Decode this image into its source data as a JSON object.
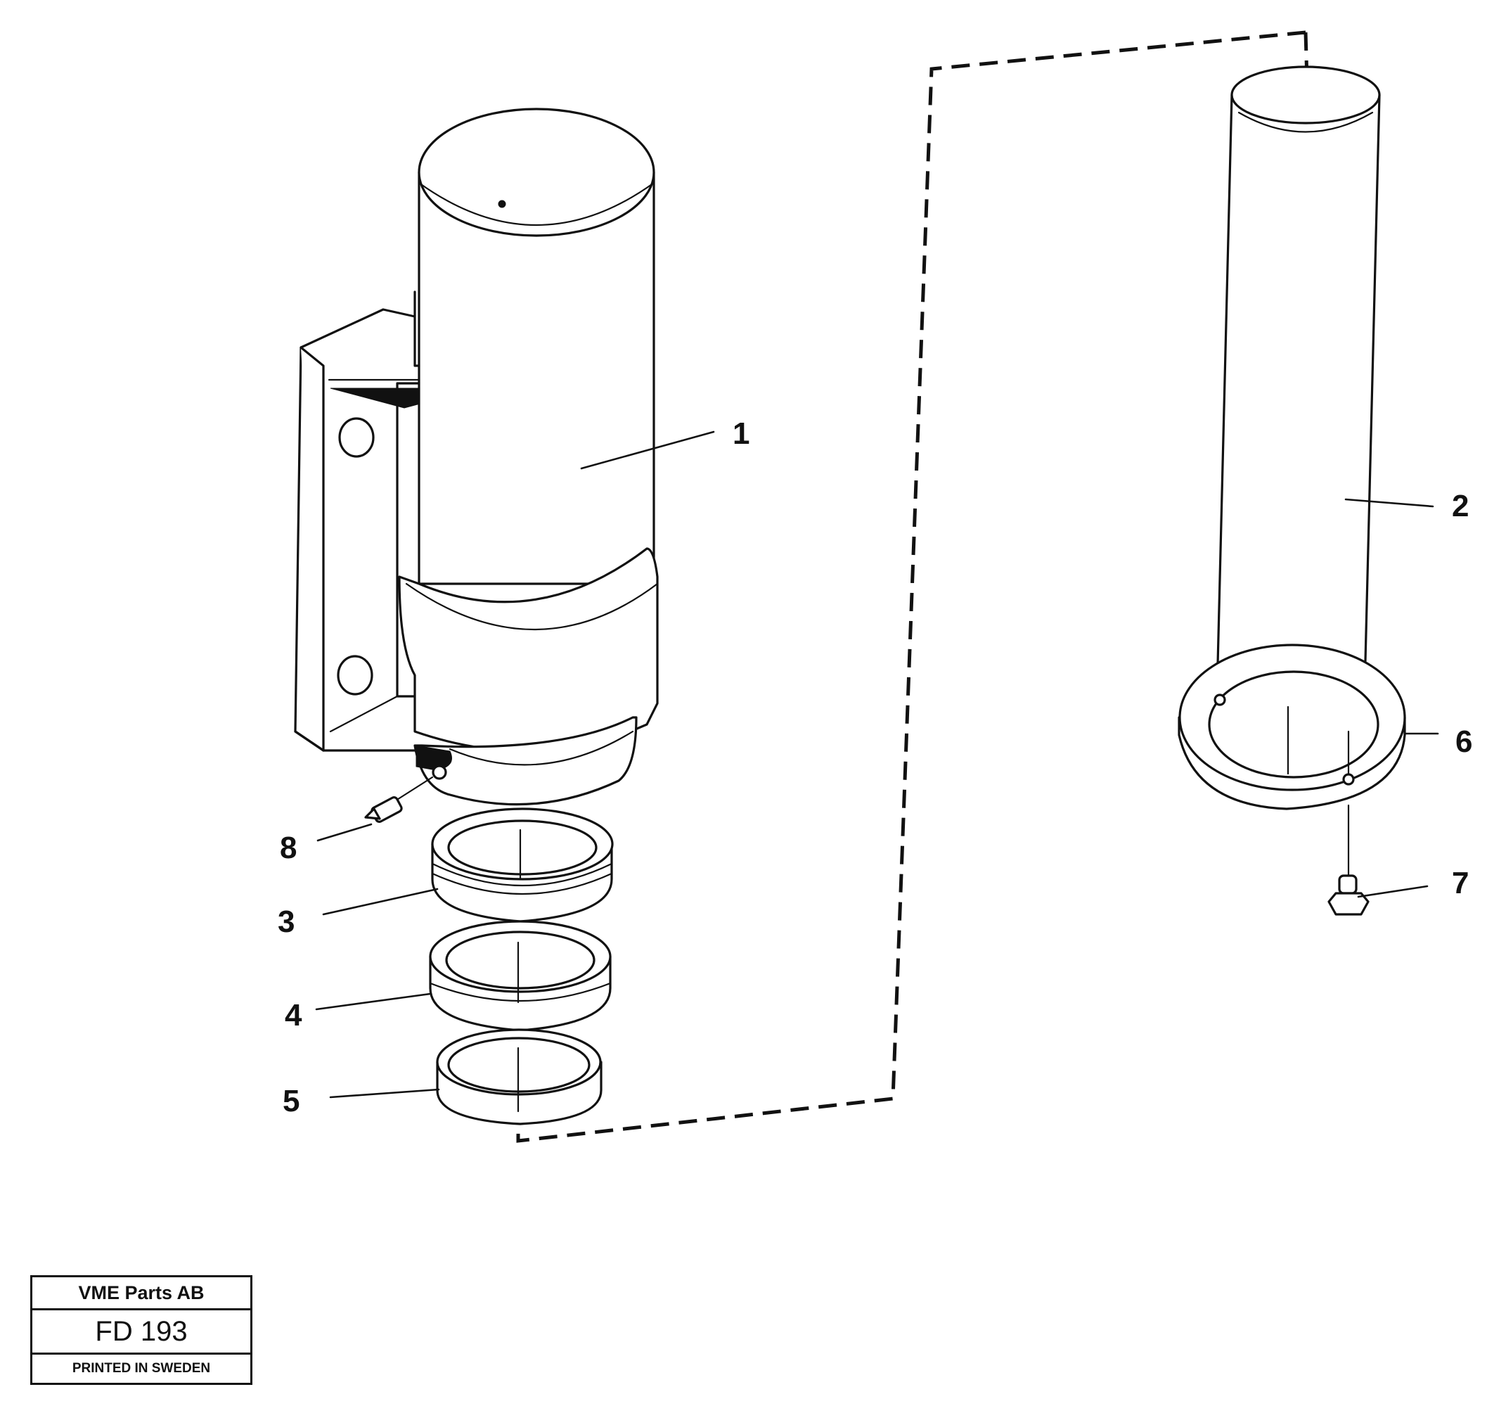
{
  "callouts": {
    "p1": "1",
    "p2": "2",
    "p3": "3",
    "p4": "4",
    "p5": "5",
    "p6": "6",
    "p7": "7",
    "p8": "8"
  },
  "title_block": {
    "company": "VME Parts AB",
    "drawing_code": "FD 193",
    "printed": "PRINTED IN SWEDEN"
  }
}
